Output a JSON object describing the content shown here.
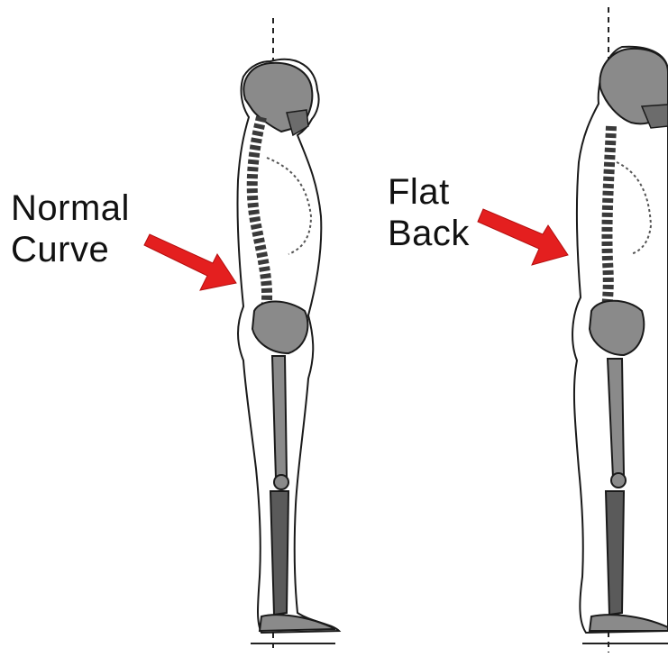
{
  "labels": {
    "normal": {
      "line1": "Normal",
      "line2": "Curve"
    },
    "flat": {
      "line1": "Flat",
      "line2": "Back"
    }
  },
  "colors": {
    "arrow": "#e41f1f",
    "bone": "#8a8a8a",
    "bone_dark": "#3a3a3a",
    "outline": "#1a1a1a",
    "plumb_line": "#222222"
  },
  "figures": [
    {
      "name": "normal-curve-figure",
      "spine": "curved"
    },
    {
      "name": "flat-back-figure",
      "spine": "flat"
    }
  ]
}
